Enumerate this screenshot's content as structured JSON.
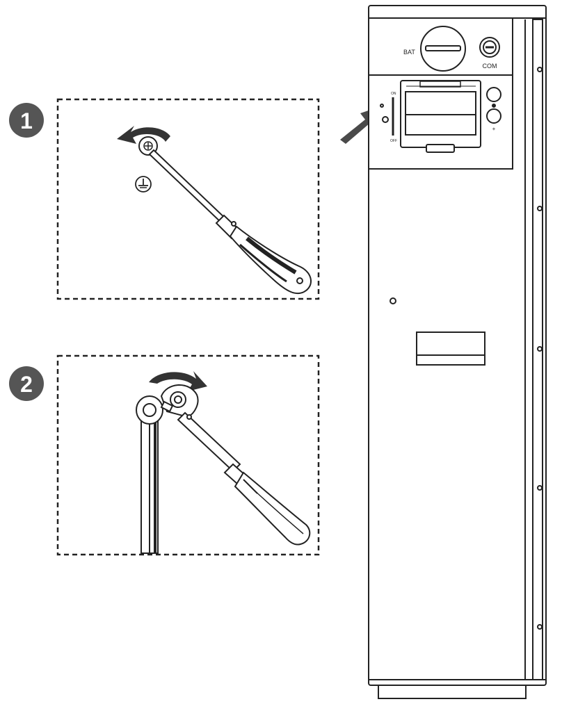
{
  "steps": [
    {
      "number": "1",
      "rotation": "counterclockwise",
      "tool": "screwdriver"
    },
    {
      "number": "2",
      "rotation": "clockwise",
      "tool": "ratchet-wrench"
    }
  ],
  "cabinet": {
    "bat_label": "BAT",
    "com_label": "COM",
    "switch_on_label": "ON",
    "switch_off_label": "OFF",
    "minus_sign": "−",
    "plus_sign": "+"
  },
  "colors": {
    "line": "#222222",
    "step_circle": "#555555",
    "arrow": "#4a4a4a"
  }
}
